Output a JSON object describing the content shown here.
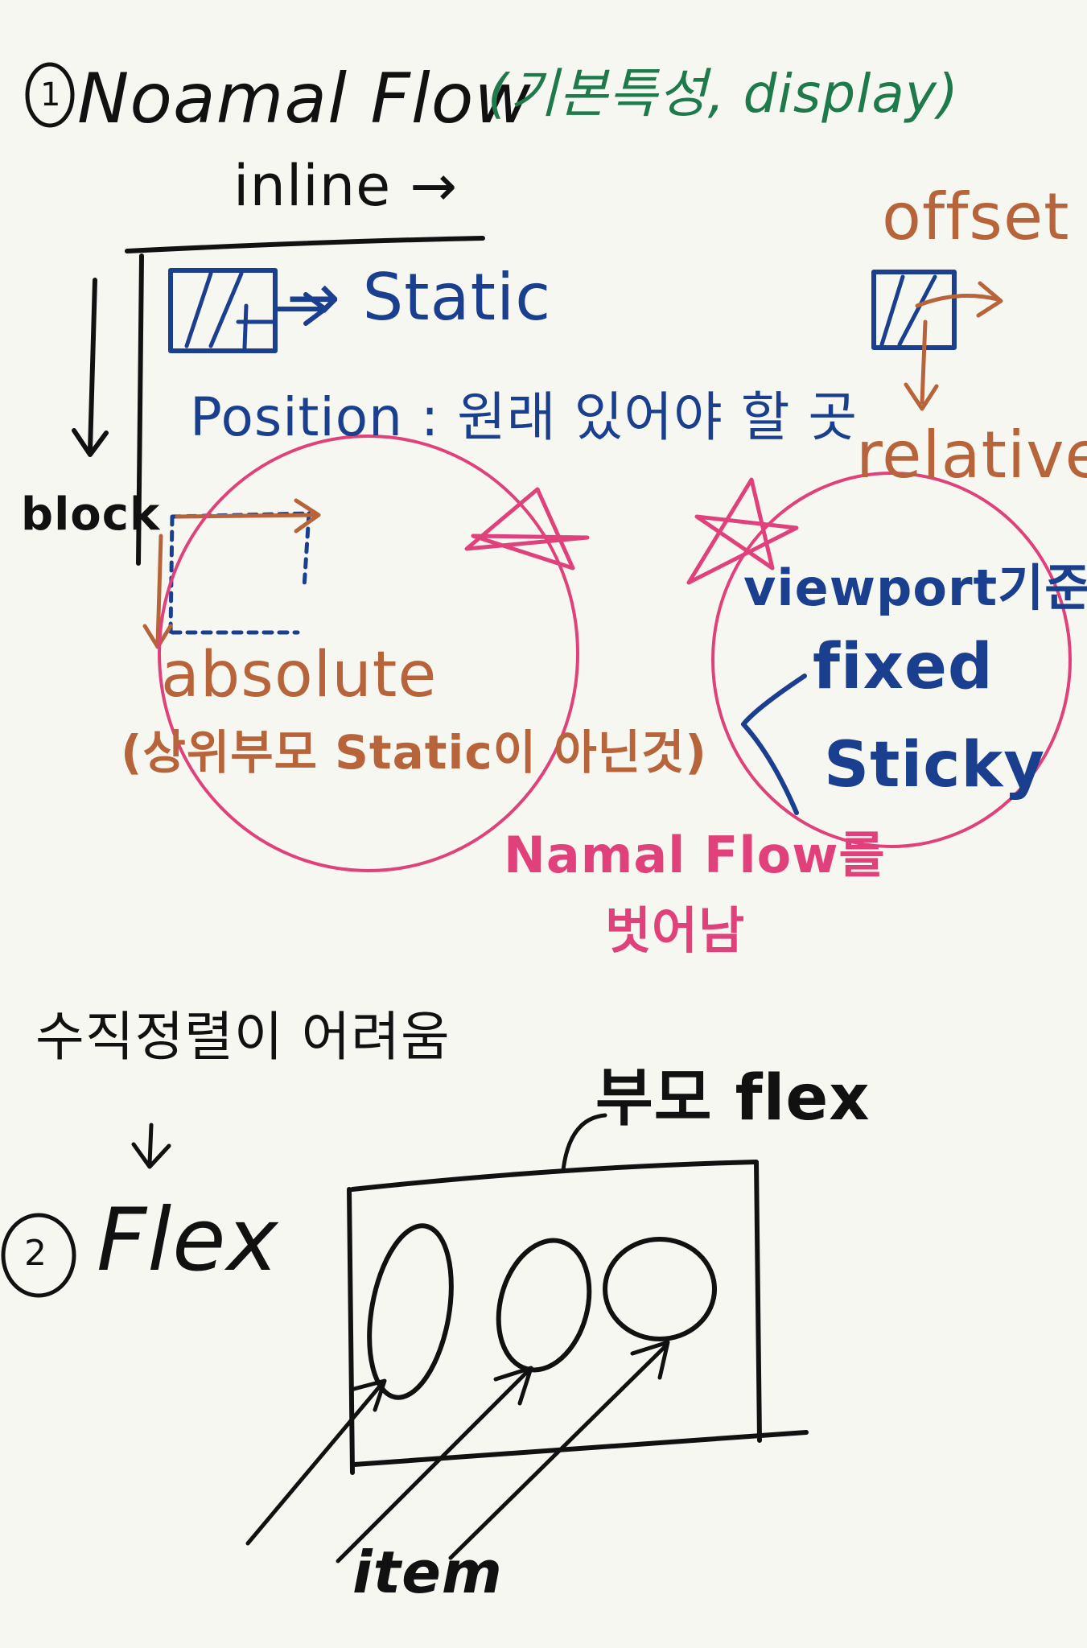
{
  "colors": {
    "ink": "#111111",
    "green": "#1e7a4a",
    "blue": "#1a3f8f",
    "orange": "#b8643a",
    "pink": "#e0417a",
    "paper": "#f7f7f2"
  },
  "section1": {
    "number": "1",
    "title": "Noamal Flow",
    "subtitle": "(기본특성, display)",
    "inline_label": "inline →",
    "block_label": "block",
    "static_label": "→ Static",
    "position_label": "Position : 원래 있어야 할 곳",
    "offset_label": "offset",
    "relative_label": "relative",
    "absolute_label": "absolute",
    "absolute_note": "(상위부모 Static이 아닌것)",
    "viewport_label": "viewport기준",
    "fixed_label": "fixed",
    "sticky_label": "Sticky",
    "escape_line1": "Namal Flow를",
    "escape_line2": "벗어남"
  },
  "section2": {
    "note": "수직정렬이 어려움",
    "number": "2",
    "title": "Flex",
    "parent_label": "부모 flex",
    "item_label": "item"
  }
}
